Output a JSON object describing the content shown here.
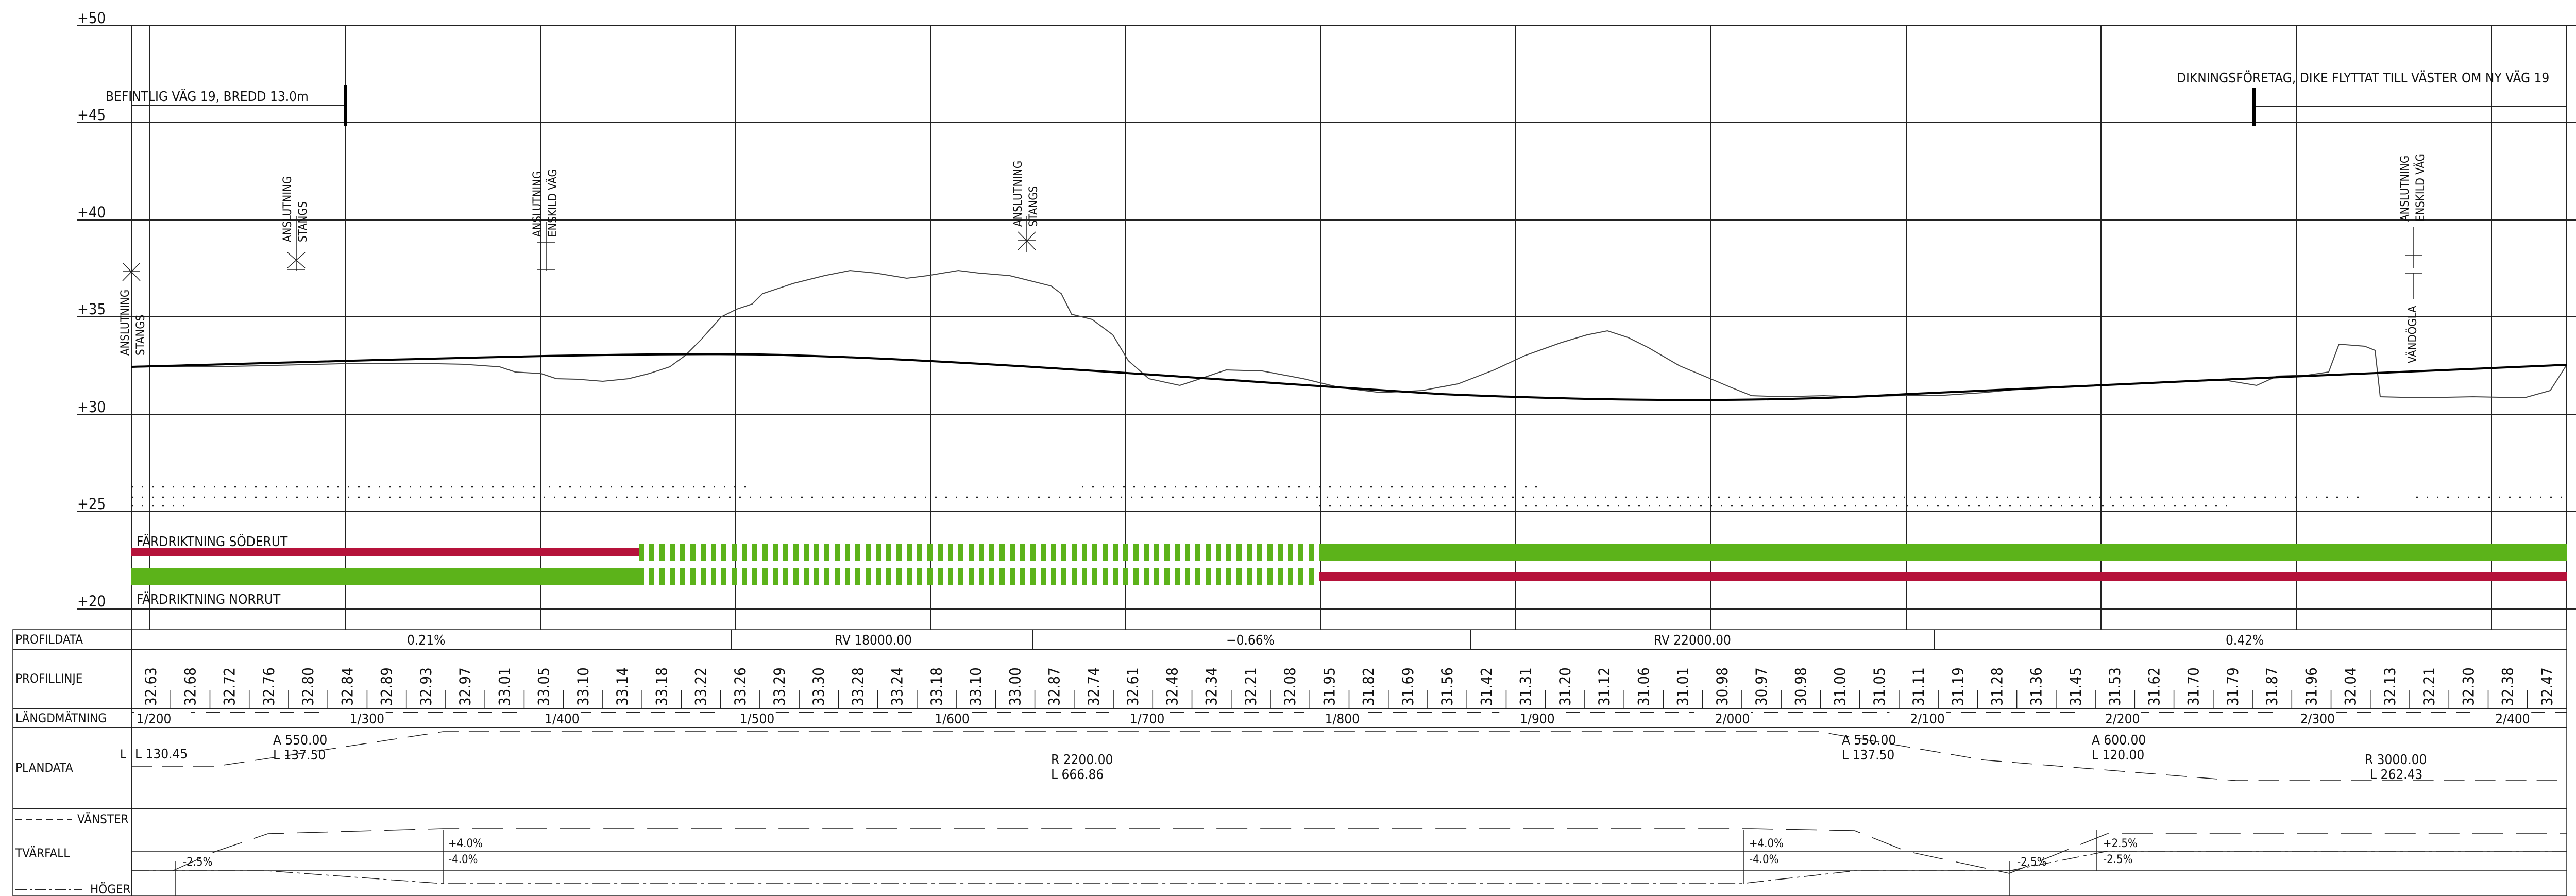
{
  "profile_plot": {
    "elevation_labels": [
      "+50",
      "+45",
      "+40",
      "+35",
      "+30",
      "+25",
      "+20"
    ],
    "elevation_values": [
      50,
      45,
      40,
      35,
      30,
      25,
      20
    ],
    "top_left_annotation": "BEFINTLIG VÄG 19, BREDD 13.0m",
    "top_right_annotation": "DIKNINGSFÖRETAG, DIKE FLYTTAT TILL VÄSTER OM NY VÄG 19",
    "vertical_labels": [
      {
        "line1": "ANSLUTNING",
        "line2": "STANGS",
        "station": 1205
      },
      {
        "line1": "ANSLUTNING",
        "line2": "STANGS",
        "station": 1285
      },
      {
        "line1": "ANSLUTNING",
        "line2": "ENSKILD VÄG",
        "station": 1410
      },
      {
        "line1": "ANSLUTNING",
        "line2": "STANGS",
        "station": 1648
      },
      {
        "line1": "ANSLUTNING",
        "line2": "ENSKILD VÄG",
        "station": 2357
      },
      {
        "line1": "VÄNDÖGLA",
        "line2": "",
        "station": 2357
      }
    ],
    "direction_south": "FÄRDRIKTNING SÖDERUT",
    "direction_north": "FÄRDRIKTNING NORRUT",
    "colors": {
      "red": "#b5123a",
      "green": "#5cb31a"
    }
  },
  "table": {
    "row_headers": {
      "profildata": "PROFILDATA",
      "profillinje": "PROFILLINJE",
      "langdmatning": "LÄNGDMÄTNING",
      "plandata": "PLANDATA",
      "tvarfall": "TVÄRFALL",
      "vanster": "VÄNSTER",
      "hoger": "HÖGER"
    },
    "profildata": [
      "0.21%",
      "RV 18000.00",
      "−0.66%",
      "RV 22000.00",
      "0.42%"
    ],
    "profillinje": [
      "32.63",
      "32.68",
      "32.72",
      "32.76",
      "32.80",
      "32.84",
      "32.89",
      "32.93",
      "32.97",
      "33.01",
      "33.05",
      "33.10",
      "33.14",
      "33.18",
      "33.22",
      "33.26",
      "33.29",
      "33.30",
      "33.28",
      "33.24",
      "33.18",
      "33.10",
      "33.00",
      "32.87",
      "32.74",
      "32.61",
      "32.48",
      "32.34",
      "32.21",
      "32.08",
      "31.95",
      "31.82",
      "31.69",
      "31.56",
      "31.42",
      "31.31",
      "31.20",
      "31.12",
      "31.06",
      "31.01",
      "30.98",
      "30.97",
      "30.98",
      "31.00",
      "31.05",
      "31.11",
      "31.19",
      "31.28",
      "31.36",
      "31.45",
      "31.53",
      "31.62",
      "31.70",
      "31.79",
      "31.87",
      "31.96",
      "32.04",
      "32.13",
      "32.21",
      "32.30",
      "32.38",
      "32.47"
    ],
    "stations": [
      "1/200",
      "1/300",
      "1/400",
      "1/500",
      "1/600",
      "1/700",
      "1/800",
      "1/900",
      "2/000",
      "2/100",
      "2/200",
      "2/300",
      "2/400"
    ],
    "plandata": {
      "l_start": "L 130.45",
      "a1": "A 550.00",
      "l1": "L 137.50",
      "r1": "R 2200.00",
      "l2": "L 666.86",
      "a2": "A 550.00",
      "l3": "L 137.50",
      "a3": "A 600.00",
      "l4": "L 120.00",
      "r2": "R 3000.00",
      "l5": "L 262.43"
    },
    "tvarfall": {
      "a_left": "-2.5%",
      "b_top": "+4.0%",
      "b_bot": "-4.0%",
      "c_top": "+4.0%",
      "c_bot": "-4.0%",
      "d_left": "-2.5%",
      "e_top": "+2.5%",
      "e_bot": "-2.5%"
    }
  }
}
